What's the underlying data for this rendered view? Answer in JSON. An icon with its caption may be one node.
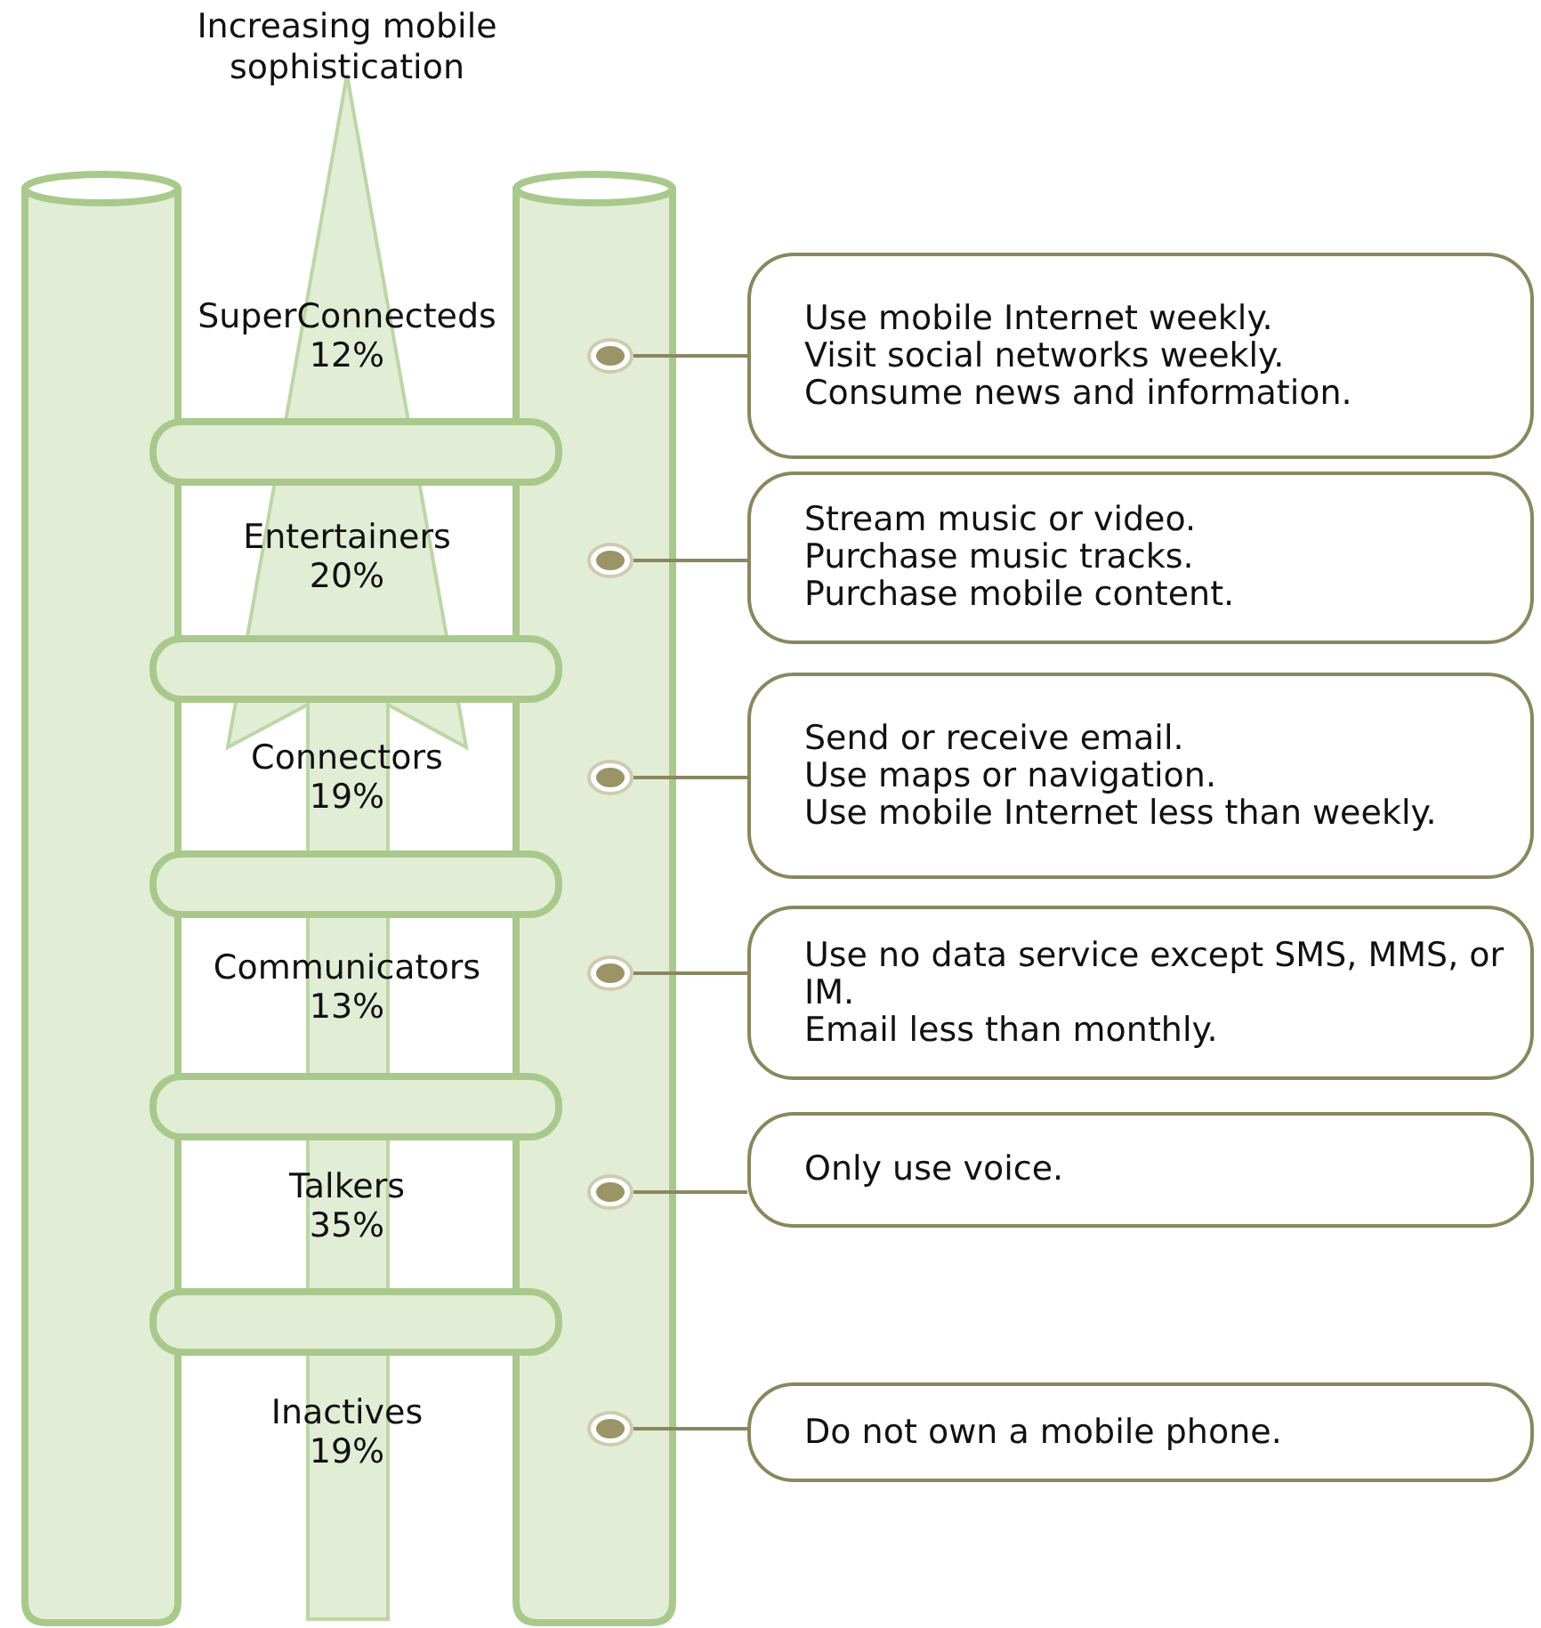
{
  "diagram": {
    "nodes": [
      {
        "text": [],
        "shape": "circle"
      },
      {
        "text": [
          "Use mobile Internet weekly.",
          "Visit social networks weekly.",
          "Consume news and information."
        ]
      },
      {
        "text": [],
        "shape": "circle"
      },
      {
        "text": [
          "Stream music or video.",
          "Purchase music tracks.",
          "Purchase mobile content."
        ]
      },
      {
        "text": [],
        "shape": "circle"
      },
      {
        "text": [
          "Send or receive email.",
          "Use maps or navigation.",
          "Use mobile Internet less than weekly."
        ]
      },
      {
        "text": [],
        "shape": "circle"
      },
      {
        "text": [
          "Use no data service except SMS, MMS, or IM.",
          "Email less than monthly."
        ]
      },
      {
        "text": [],
        "shape": "circle"
      },
      {
        "text": [
          "Only use voice."
        ]
      },
      {
        "text": [],
        "shape": "circle"
      },
      {
        "text": [
          "Do not own a mobile phone."
        ]
      }
    ],
    "edges": [
      {
        "from": 0,
        "to": 1,
        "arrow": "none"
      },
      {
        "from": 2,
        "to": 3,
        "arrow": "none"
      },
      {
        "from": 4,
        "to": 5,
        "arrow": "none"
      },
      {
        "from": 6,
        "to": 7,
        "arrow": "none"
      },
      {
        "from": 8,
        "to": 9,
        "arrow": "none"
      },
      {
        "from": 10,
        "to": 11,
        "arrow": "none"
      }
    ],
    "labels": [
      "Increasing mobile sophistication",
      "SuperConnecteds",
      "12%",
      "Entertainers",
      "20%",
      "Connectors",
      "19%",
      "Communicators",
      "13%",
      "Talkers",
      "35%",
      "Inactives",
      "19%"
    ]
  }
}
